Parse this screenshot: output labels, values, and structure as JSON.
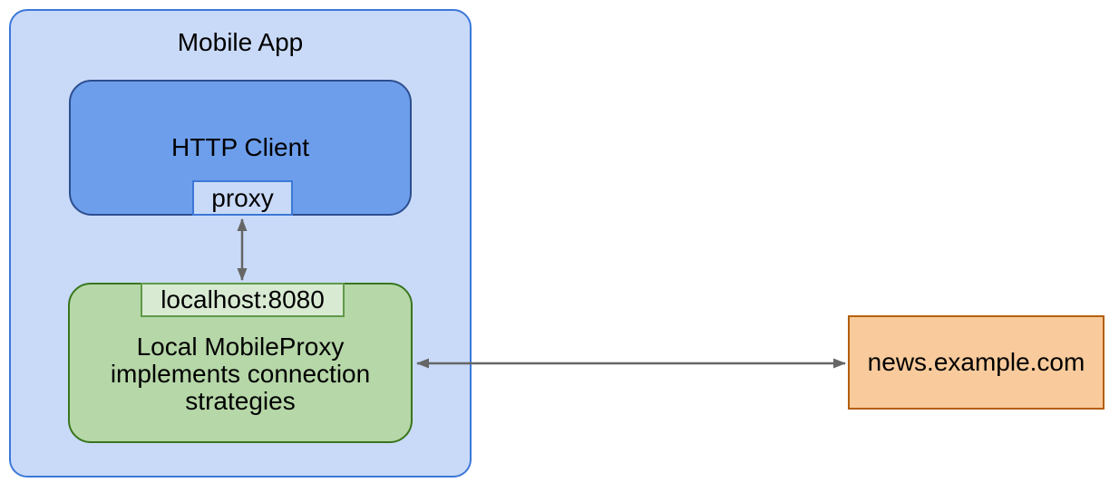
{
  "diagram": {
    "mobile_app": {
      "title": "Mobile App",
      "http_client": {
        "label": "HTTP Client",
        "port_label": "proxy"
      },
      "local_proxy": {
        "endpoint_label": "localhost:8080",
        "description": "Local MobileProxy implements connection strategies",
        "description_lines": [
          "Local MobileProxy",
          "implements connection",
          "strategies"
        ]
      }
    },
    "server": {
      "label": "news.example.com"
    },
    "palette": {
      "mobile_app_fill": "#c9daf8",
      "mobile_app_border": "#3c78d8",
      "http_client_fill": "#6d9eeb",
      "http_client_border": "#2c4e8f",
      "proxy_port_fill": "#c9daf8",
      "proxy_port_border": "#3c78d8",
      "local_proxy_fill": "#b6d7a8",
      "local_proxy_border": "#38761d",
      "endpoint_tab_fill": "#d9ead3",
      "endpoint_tab_border": "#5f9948",
      "server_fill": "#f9cb9c",
      "server_border": "#b45f06",
      "arrow": "#666666",
      "text": "#000000"
    }
  }
}
